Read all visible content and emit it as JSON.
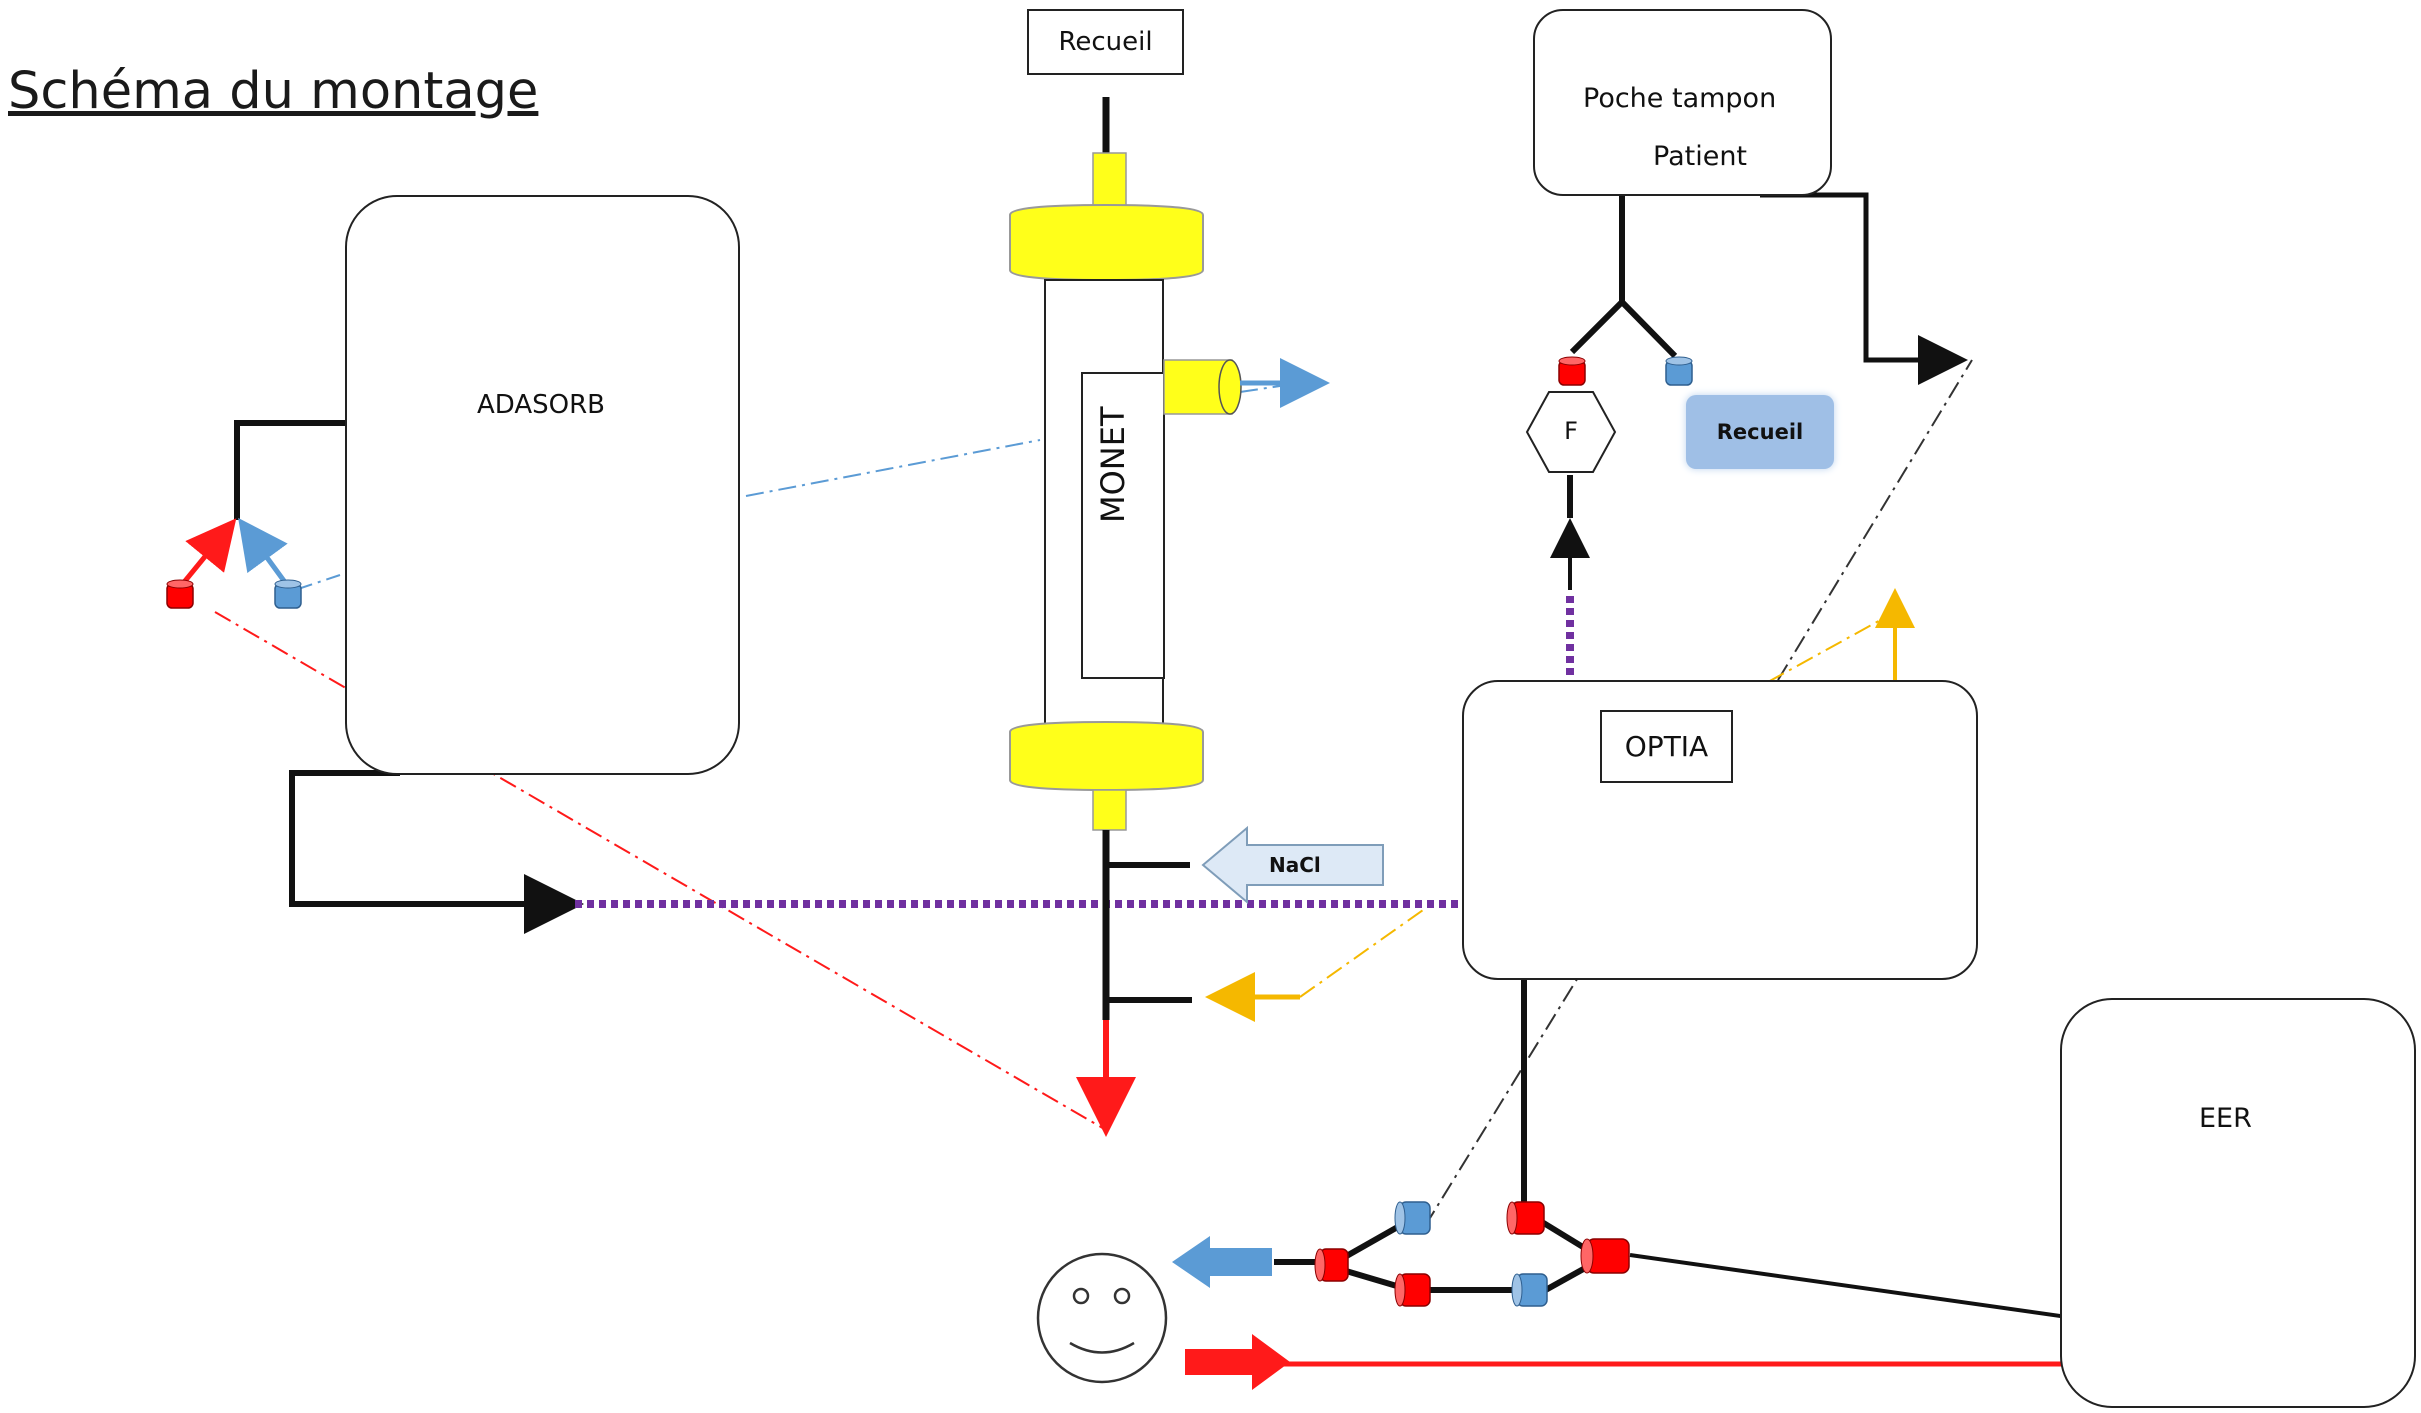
{
  "title": "Schéma du montage",
  "labels": {
    "recueil_top": "Recueil",
    "poche_line1": "Poche tampon",
    "poche_line2": "Patient",
    "adasorb": "ADASORB",
    "monet": "MONET",
    "filter": "F",
    "recueil_blue": "Recueil",
    "optia": "OPTIA",
    "nacl": "NaCl",
    "eer": "EER"
  },
  "colors": {
    "black_line": "#111111",
    "red_line": "#ff1a1a",
    "blue_line": "#5b9bd5",
    "yellow_line": "#f5b800",
    "purple_line": "#7030a0",
    "column_yellow": "#ffff1a",
    "connector_red": "#ff0000",
    "connector_blue": "#5b9bd5",
    "recueil_blue_fill": "#9fbfe6",
    "nacl_fill": "#dde9f6"
  },
  "icons": {
    "patient": "smiley-face-icon",
    "filter": "hexagon-filter-icon"
  }
}
